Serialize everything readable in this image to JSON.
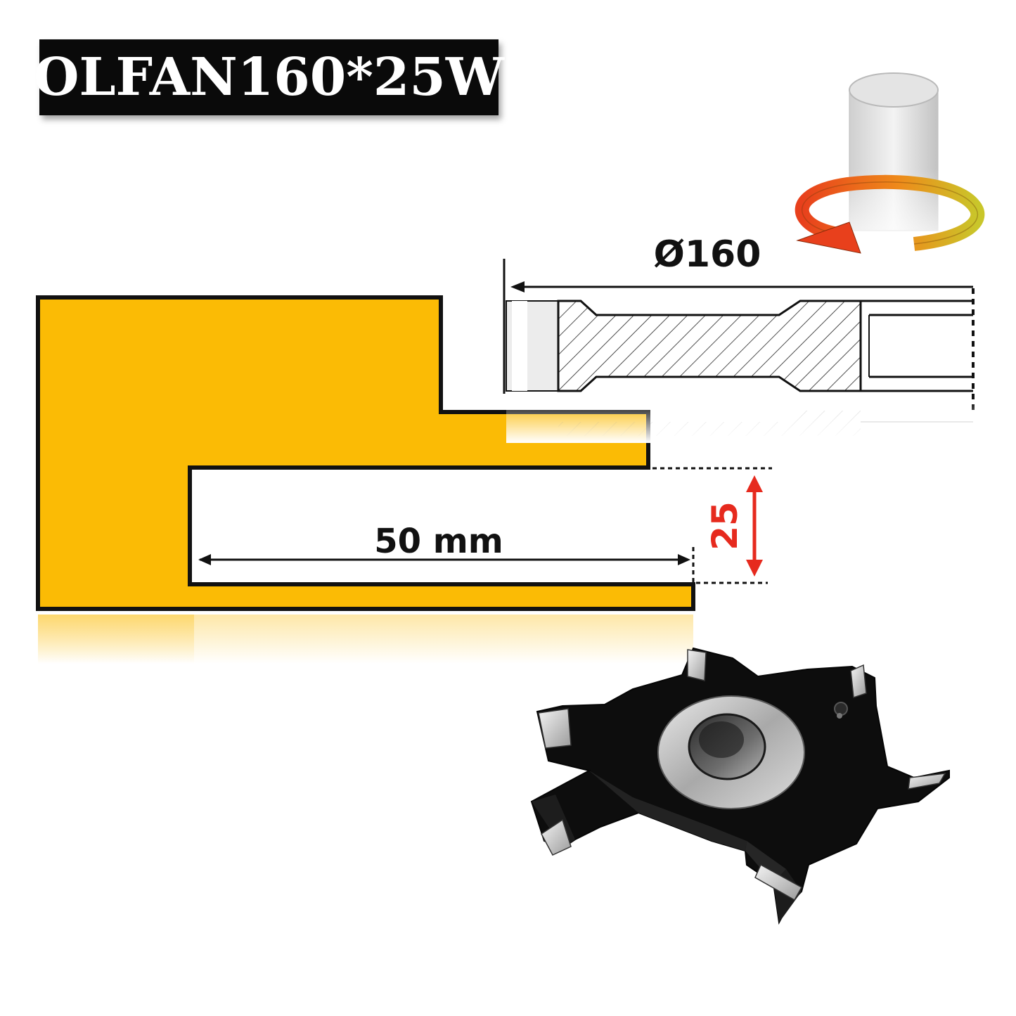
{
  "product": {
    "model": "OLFAN160*25W"
  },
  "dimensions": {
    "diameter_label": "Ø160",
    "width_label": "50 mm",
    "height_label": "25"
  },
  "colors": {
    "profile_fill": "#FBBB05",
    "height_dimension": "#E62A1E",
    "title_background": "#0A0A0A",
    "outline": "#111111"
  },
  "icons": {
    "rotation": "rotation-arrow-icon",
    "spindle": "spindle-cylinder-icon",
    "cutter": "cutter-head-photo"
  }
}
